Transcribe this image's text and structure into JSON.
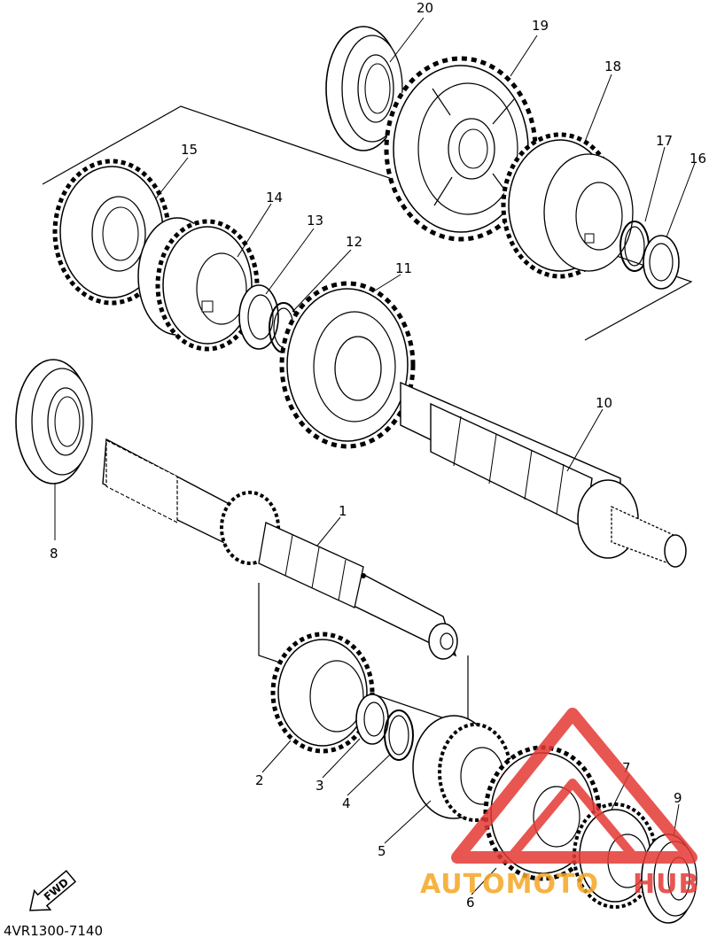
{
  "diagram": {
    "part_code": "4VR1300-7140",
    "fwd_label": "FWD",
    "callouts": [
      "1",
      "2",
      "3",
      "4",
      "5",
      "6",
      "7",
      "8",
      "9",
      "10",
      "11",
      "12",
      "13",
      "14",
      "15",
      "16",
      "17",
      "18",
      "19",
      "20"
    ]
  },
  "watermark": {
    "text_left": "AUTOMOTO",
    "text_right": "HUB",
    "color_red": "#e53935",
    "color_orange": "#f5a623"
  },
  "colors": {
    "line": "#000000",
    "background": "#ffffff"
  }
}
